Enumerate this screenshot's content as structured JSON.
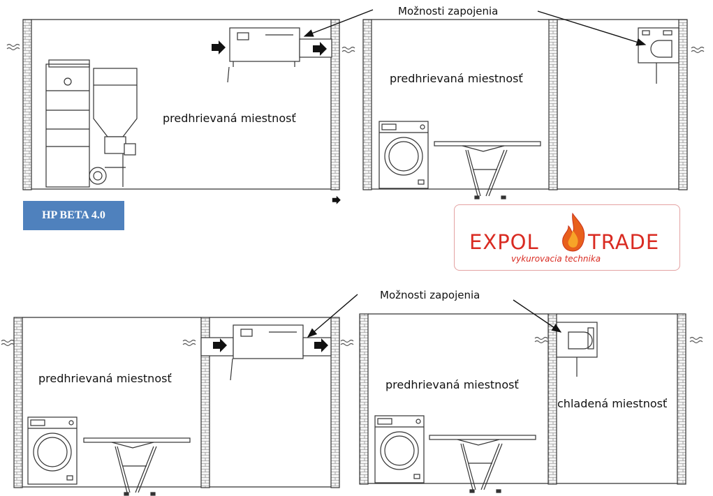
{
  "labels": {
    "connection_options": "Možnosti zapojenia",
    "heated_room": "predhrievaná miestnosť",
    "cooled_room": "chladená miestnosť"
  },
  "badge": "HP BETA 4.0",
  "logo": {
    "left": "EXPOL",
    "right": "TRADE",
    "tagline": "vykurovacia technika"
  }
}
